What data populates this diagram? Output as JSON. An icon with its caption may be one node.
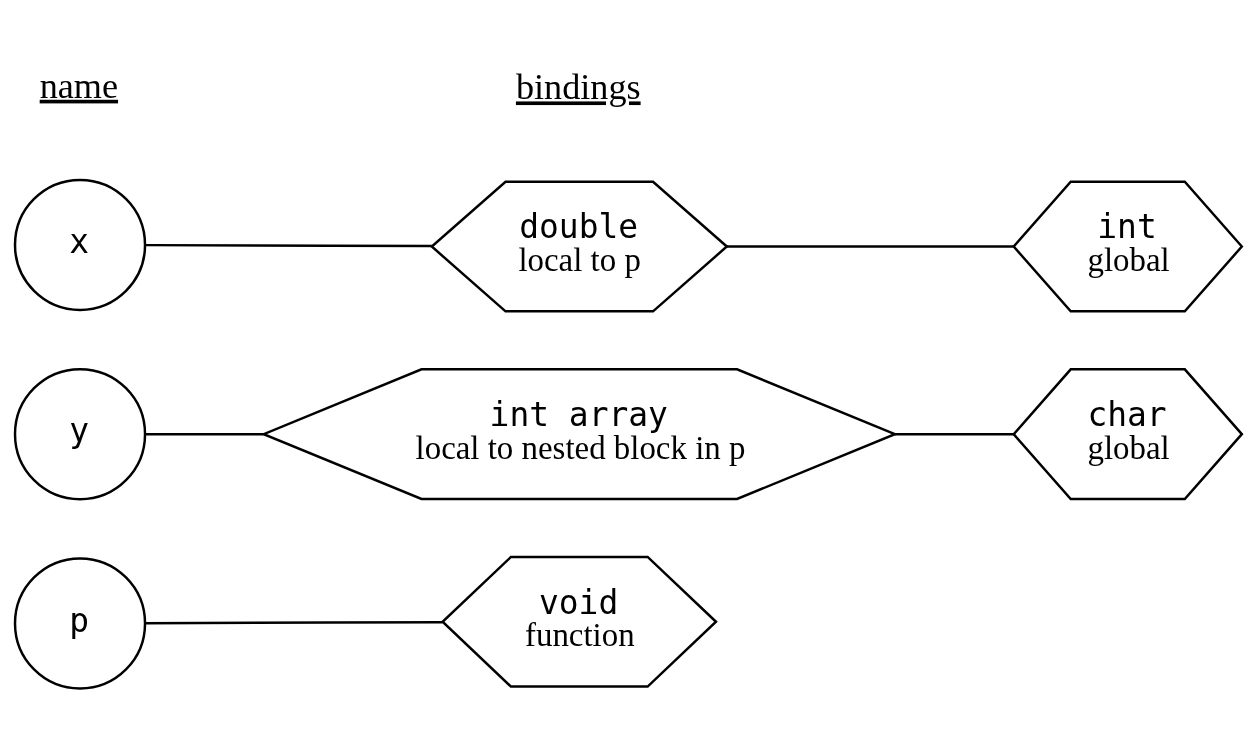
{
  "diagram": {
    "nodes": [
      {
        "text": [
          "x"
        ]
      },
      {
        "text": [
          "double",
          "local to p"
        ]
      },
      {
        "text": [
          "int",
          "global"
        ]
      },
      {
        "text": [
          "y"
        ]
      },
      {
        "text": [
          "int array",
          "local to nested block in p"
        ]
      },
      {
        "text": [
          "char",
          "global"
        ]
      },
      {
        "text": [
          "p"
        ]
      },
      {
        "text": [
          "void",
          "function"
        ]
      }
    ],
    "edges": [
      {
        "from": 0,
        "to": 1,
        "arrow": "none"
      },
      {
        "from": 1,
        "to": 2,
        "arrow": "none"
      },
      {
        "from": 3,
        "to": 4,
        "arrow": "none"
      },
      {
        "from": 4,
        "to": 5,
        "arrow": "none"
      },
      {
        "from": 6,
        "to": 7,
        "arrow": "none"
      }
    ],
    "labels": [
      "name",
      "bindings"
    ]
  }
}
